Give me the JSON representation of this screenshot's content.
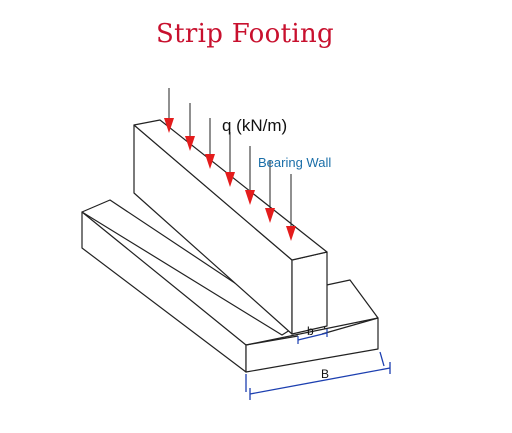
{
  "diagram": {
    "title": "Strip Footing",
    "load_label": "q  (kN/m)",
    "wall_label": "Bearing Wall",
    "wall_width_label": "b",
    "footing_width_label": "B",
    "colors": {
      "title": "#c8102e",
      "load_arrow": "#e41c1c",
      "wall_label": "#1a6ea8",
      "dimension_line": "#1c3fb0",
      "outline": "#222222"
    },
    "load_arrow_count": 7
  }
}
